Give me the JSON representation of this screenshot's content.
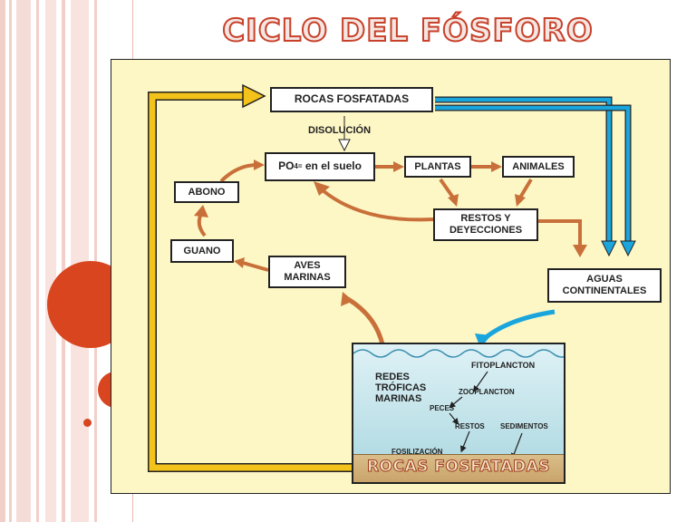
{
  "slide": {
    "title": "CICLO DEL FÓSFORO",
    "bullet_text": ""
  },
  "colors": {
    "title_outline": "#c8412a",
    "accent_orange": "#d8451f",
    "panel_bg": "#fdf7c6",
    "yellow_arrow": "#f3c21b",
    "blue_arrow": "#1aa6dd",
    "brown_arrow": "#c9703a",
    "stripe_pink": "#f2cfc9"
  },
  "diagram": {
    "rocas_top": "ROCAS FOSFATADAS",
    "disolucion": "DISOLUCIÓN",
    "po4_prefix": "PO",
    "po4_sub": "4",
    "po4_sup": "=",
    "po4_suffix": " en el suelo",
    "plantas": "PLANTAS",
    "animales": "ANIMALES",
    "abono": "ABONO",
    "restos_line1": "RESTOS Y",
    "restos_line2": "DEYECCIONES",
    "guano": "GUANO",
    "aves_line1": "AVES",
    "aves_line2": "MARINAS",
    "aguas_line1": "AGUAS",
    "aguas_line2": "CONTINENTALES",
    "redes_line1": "REDES",
    "redes_line2": "TRÓFICAS",
    "redes_line3": "MARINAS",
    "fitoplancton": "FITOPLANCTON",
    "zooplancton": "ZOOPLANCTON",
    "peces": "PECES",
    "restos_sea": "RESTOS",
    "sedimentos": "SEDIMENTOS",
    "fosilizacion": "FOSILIZACIÓN",
    "rocas_bottom": "ROCAS FOSFATADAS"
  }
}
